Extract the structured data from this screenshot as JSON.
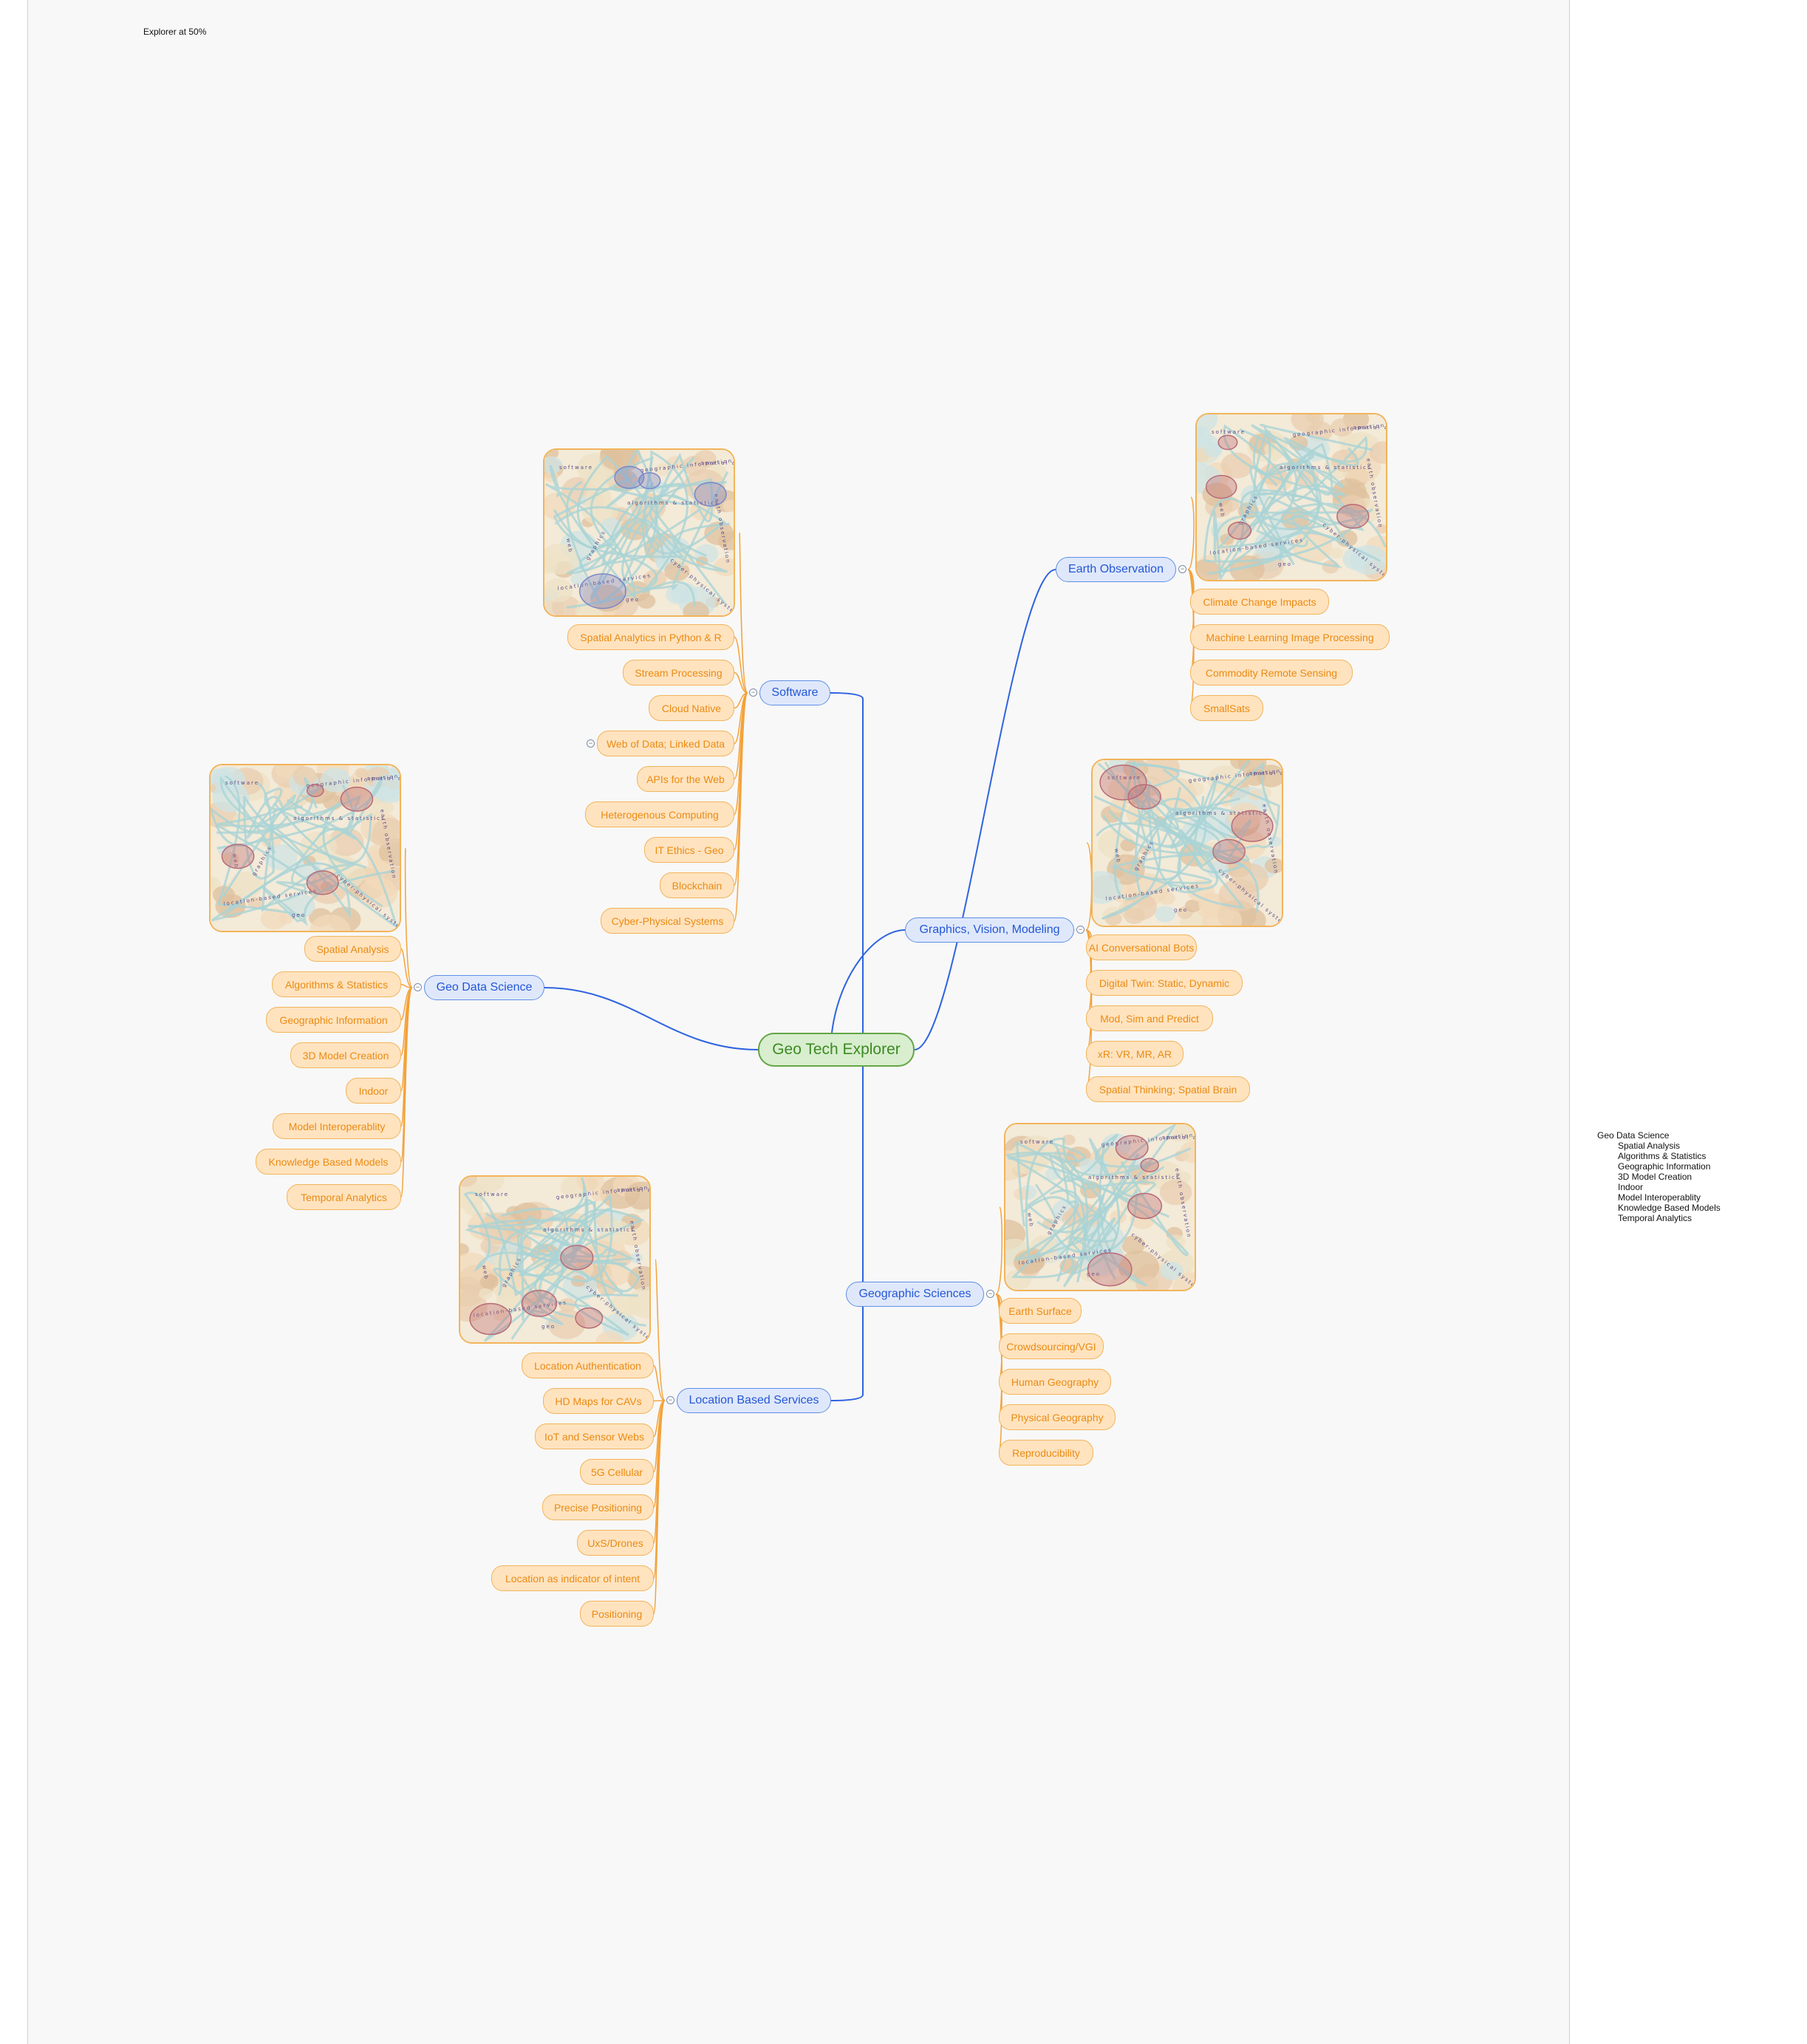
{
  "zoom_label": "Explorer at 50%",
  "root": {
    "label": "Geo Tech Explorer"
  },
  "branches": {
    "software": {
      "label": "Software",
      "items": [
        "Spatial Analytics in Python & R",
        "Stream Processing",
        "Cloud Native",
        "Web of Data; Linked Data",
        "APIs for the Web",
        "Heterogenous Computing",
        "IT Ethics - Geo",
        "Blockchain",
        "Cyber-Physical Systems"
      ]
    },
    "earth_observation": {
      "label": "Earth Observation",
      "items": [
        "Climate Change Impacts",
        "Machine Learning Image Processing",
        "Commodity Remote Sensing",
        "SmallSats"
      ]
    },
    "geo_data_science": {
      "label": "Geo Data Science",
      "items": [
        "Spatial Analysis",
        "Algorithms & Statistics",
        "Geographic Information",
        "3D Model Creation",
        "Indoor",
        "Model Interoperablity",
        "Knowledge Based Models",
        "Temporal Analytics"
      ]
    },
    "graphics": {
      "label": "Graphics, Vision, Modeling",
      "items": [
        "AI Conversational Bots",
        "Digital Twin: Static, Dynamic",
        "Mod, Sim and Predict",
        "xR: VR, MR, AR",
        "Spatial Thinking; Spatial Brain"
      ]
    },
    "geographic_sciences": {
      "label": "Geographic Sciences",
      "items": [
        "Earth Surface",
        "Crowdsourcing/VGI",
        "Human Geography",
        "Physical Geography",
        "Reproducibility"
      ]
    },
    "lbs": {
      "label": "Location Based Services",
      "items": [
        "Location Authentication",
        "HD Maps for CAVs",
        "IoT and Sensor Webs",
        "5G Cellular",
        "Precise Positioning",
        "UxS/Drones",
        "Location as indicator of intent",
        "Positioning"
      ]
    }
  },
  "map_labels": {
    "software": "software",
    "geographic_information": "geographic information",
    "spatial_analysis": "spatial analysis",
    "algorithms_statistics": "algorithms & statistics",
    "location_based_services": "location-based services",
    "web": "web",
    "cyber_physical": "cyber-physical systems",
    "earth_observation": "earth observation",
    "graphics": "graphics",
    "geo": "geo"
  },
  "outline": {
    "title": "Geo Data Science",
    "items": [
      "Spatial Analysis",
      "Algorithms & Statistics",
      "Geographic Information",
      "3D Model Creation",
      "Indoor",
      "Model Interoperablity",
      "Knowledge Based Models",
      "Temporal Analytics"
    ]
  },
  "colors": {
    "root_fill": "#d8eecf",
    "root_stroke": "#64a546",
    "root_text": "#3d8a22",
    "branch_fill": "#dfe8fb",
    "branch_stroke": "#5f8fe6",
    "branch_text": "#2457d6",
    "leaf_fill": "#ffe3bf",
    "leaf_stroke": "#f2b45a",
    "leaf_text": "#ea8b13",
    "link_blue": "#2f63e0",
    "link_orange": "#f4a23a"
  }
}
